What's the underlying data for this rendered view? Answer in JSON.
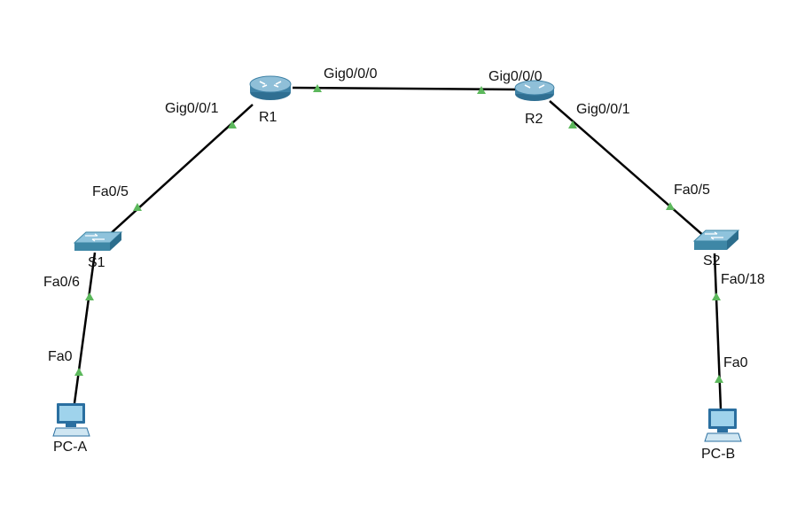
{
  "colors": {
    "link": "#000000",
    "port_indicator": "#5cb85c",
    "router_body": "#4a86a8",
    "switch_body": "#3e87a6",
    "pc_body": "#2a6fa0"
  },
  "devices": {
    "r1": {
      "name": "R1",
      "icon": "router-icon"
    },
    "r2": {
      "name": "R2",
      "icon": "router-icon"
    },
    "s1": {
      "name": "S1",
      "icon": "switch-icon"
    },
    "s2": {
      "name": "S2",
      "icon": "switch-icon"
    },
    "pca": {
      "name": "PC-A",
      "icon": "pc-icon"
    },
    "pcb": {
      "name": "PC-B",
      "icon": "pc-icon"
    }
  },
  "links": [
    {
      "from": "R1",
      "from_port": "Gig0/0/0",
      "to": "R2",
      "to_port": "Gig0/0/0"
    },
    {
      "from": "R1",
      "from_port": "Gig0/0/1",
      "to": "S1",
      "to_port": "Fa0/5"
    },
    {
      "from": "R2",
      "from_port": "Gig0/0/1",
      "to": "S2",
      "to_port": "Fa0/5"
    },
    {
      "from": "S1",
      "from_port": "Fa0/6",
      "to": "PC-A",
      "to_port": "Fa0"
    },
    {
      "from": "S2",
      "from_port": "Fa0/18",
      "to": "PC-B",
      "to_port": "Fa0"
    }
  ],
  "ports": {
    "r1_gig000": "Gig0/0/0",
    "r2_gig000": "Gig0/0/0",
    "r1_gig001": "Gig0/0/1",
    "r2_gig001": "Gig0/0/1",
    "s1_fa05": "Fa0/5",
    "s2_fa05": "Fa0/5",
    "s1_fa06": "Fa0/6",
    "s2_fa018": "Fa0/18",
    "pca_fa0": "Fa0",
    "pcb_fa0": "Fa0"
  }
}
